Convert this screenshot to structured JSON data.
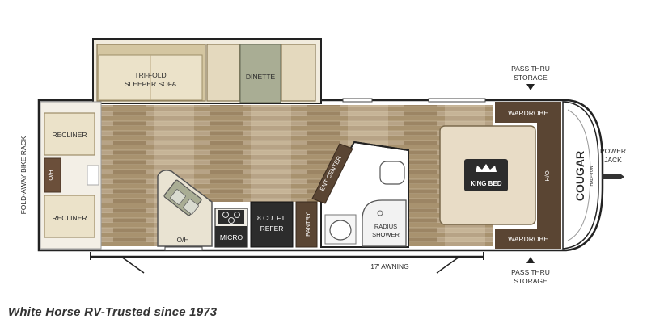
{
  "labels": {
    "sofa_line1": "TRI-FOLD",
    "sofa_line2": "SLEEPER SOFA",
    "dinette": "DINETTE",
    "recliner_top": "RECLINER",
    "recliner_bottom": "RECLINER",
    "oh_left": "O/H",
    "bike_rack": "FOLD-AWAY BIKE RACK",
    "oh_kitchen": "O/H",
    "micro": "MICRO",
    "refer_line1": "8 CU. FT.",
    "refer_line2": "REFER",
    "pantry": "PANTRY",
    "ent_center": "ENT CENTER",
    "shower_line1": "RADIUS",
    "shower_line2": "SHOWER",
    "wardrobe_top": "WARDROBE",
    "wardrobe_bottom": "WARDROBE",
    "king_bed": "KING BED",
    "oh_bed": "H/O",
    "power_jack_line1": "POWER",
    "power_jack_line2": "JACK",
    "pass_thru_top_line1": "PASS THRU",
    "pass_thru_top_line2": "STORAGE",
    "pass_thru_bottom_line1": "PASS THRU",
    "pass_thru_bottom_line2": "STORAGE",
    "awning": "17' AWNING",
    "brand": "COUGAR",
    "brand_sub": "HALF-TON"
  },
  "footer": "White Horse RV-Trusted since 1973",
  "colors": {
    "floor": "#b9a58a",
    "floor_dark": "#8b7559",
    "sofa": "#e6dcc4",
    "dinette_table": "#a9ad94",
    "bed": "#e8dcc6",
    "wardrobe": "#5a4533",
    "appliance": "#2c2c2c",
    "outline": "#222222"
  }
}
